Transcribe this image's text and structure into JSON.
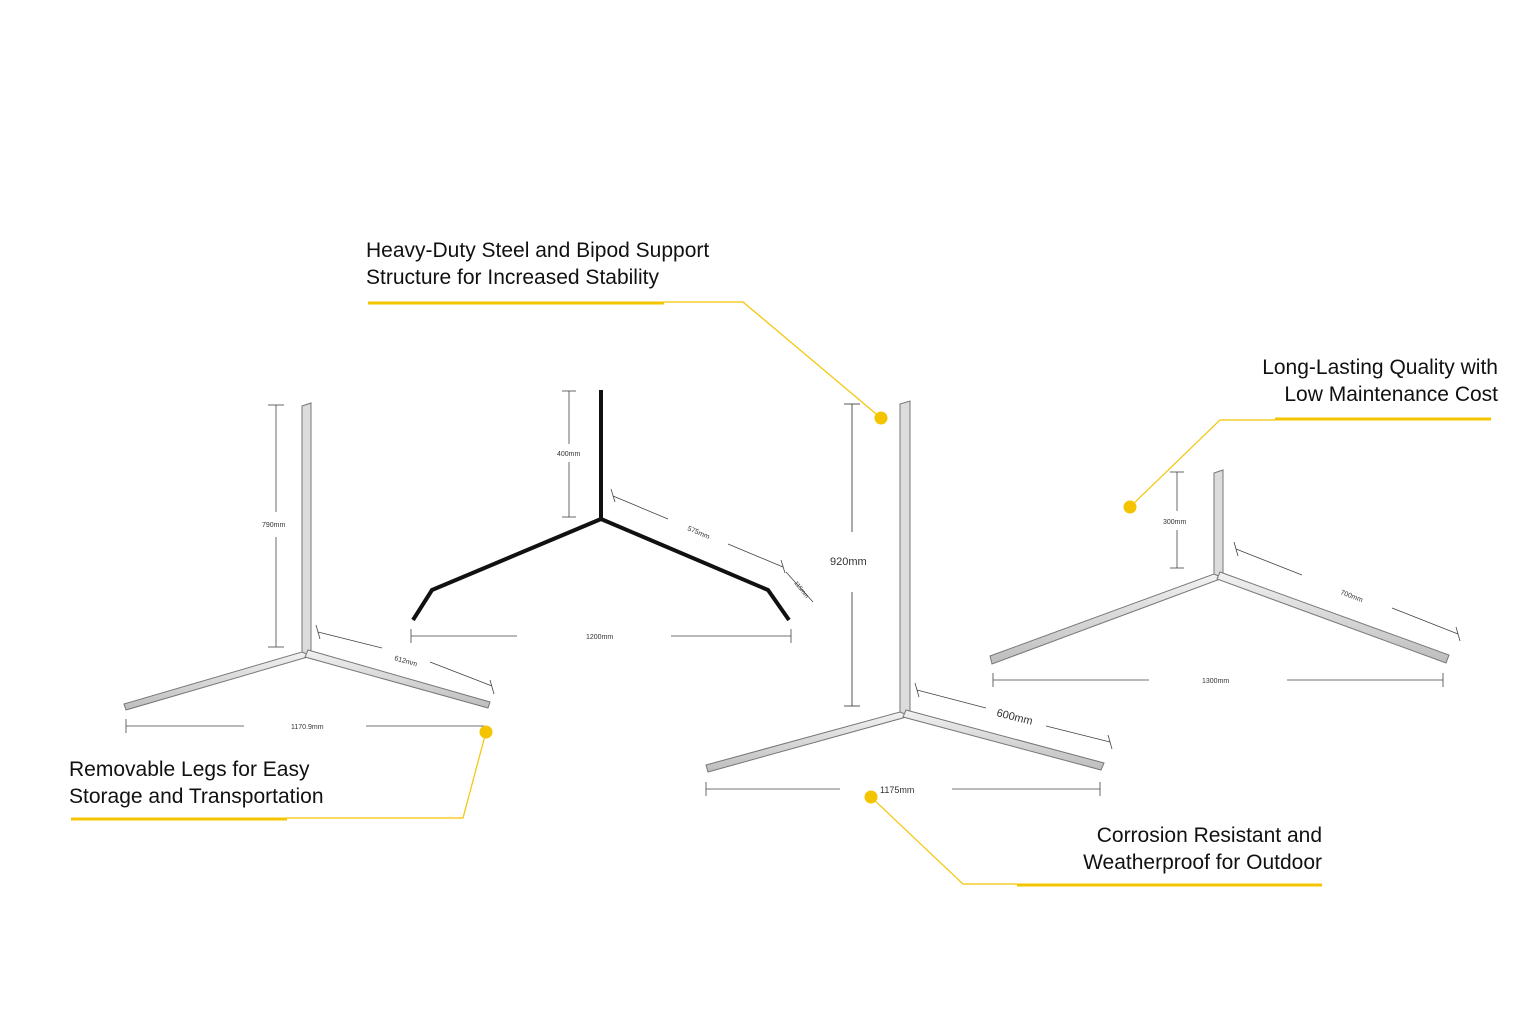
{
  "accent_color": "#f5c400",
  "callouts": {
    "heavy_duty": {
      "line1": "Heavy-Duty Steel and Bipod Support",
      "line2": "Structure for Increased Stability"
    },
    "long_lasting": {
      "line1": "Long-Lasting Quality with",
      "line2": "Low Maintenance Cost"
    },
    "removable": {
      "line1": "Removable Legs for Easy",
      "line2": "Storage and Transportation"
    },
    "corrosion": {
      "line1": "Corrosion Resistant and",
      "line2": "Weatherproof for Outdoor"
    }
  },
  "stand_a": {
    "height": "790mm",
    "leg": "612mm",
    "span": "1170.9mm"
  },
  "stand_b": {
    "height": "400mm",
    "leg": "575mm",
    "tip": "115mm",
    "span": "1200mm"
  },
  "stand_c": {
    "height": "920mm",
    "leg": "600mm",
    "span": "1175mm"
  },
  "stand_d": {
    "height": "300mm",
    "leg": "700mm",
    "span": "1300mm"
  }
}
